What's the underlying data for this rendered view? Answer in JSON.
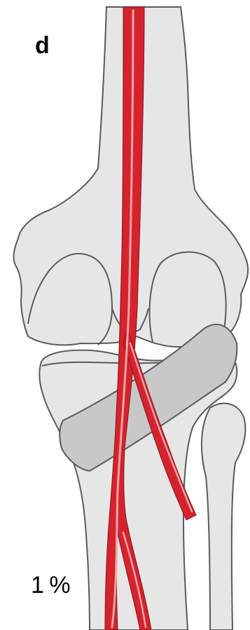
{
  "figure": {
    "panel_letter": "d",
    "variant_frequency": "1 %",
    "colors": {
      "bone_fill": "#e6e6e6",
      "bone_outline": "#5a5a5a",
      "ligament_fill": "#c8c8c8",
      "artery_fill": "#d5232e",
      "artery_highlight": "#f6a3a8"
    },
    "structures": [
      "femur",
      "femoral-condyles",
      "tibial-plateau",
      "fibula",
      "band-structure",
      "popliteal-artery-high-division"
    ]
  }
}
